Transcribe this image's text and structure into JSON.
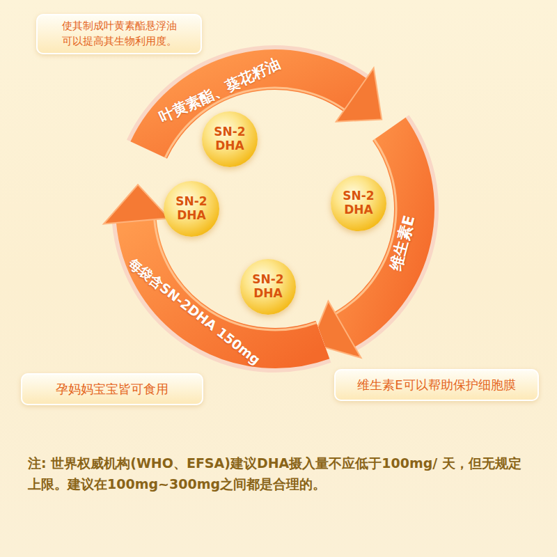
{
  "diagram": {
    "nodes": [
      {
        "text": [
          "使其制成叶黄素酯悬浮油 可以提高其生物利用度。"
        ]
      },
      {
        "text": [
          "SN-2 DHA"
        ]
      },
      {
        "text": [
          "SN-2 DHA"
        ]
      },
      {
        "text": [
          "SN-2 DHA"
        ]
      },
      {
        "text": [
          "SN-2 DHA"
        ]
      },
      {
        "text": [
          "孕妈妈宝宝皆可食用"
        ]
      },
      {
        "text": [
          "维生素E可以帮助保护细胞膜"
        ]
      }
    ],
    "labels": [
      "叶黄素酯、葵花籽油",
      "维生素E",
      "每袋含SN-2DHA 150mg",
      "注: 世界权威机构(WHO、EFSA)建议DHA摄入量不应低于100mg/ 天，但无规定上限。建议在100mg~300mg之间都是合理的。"
    ]
  }
}
